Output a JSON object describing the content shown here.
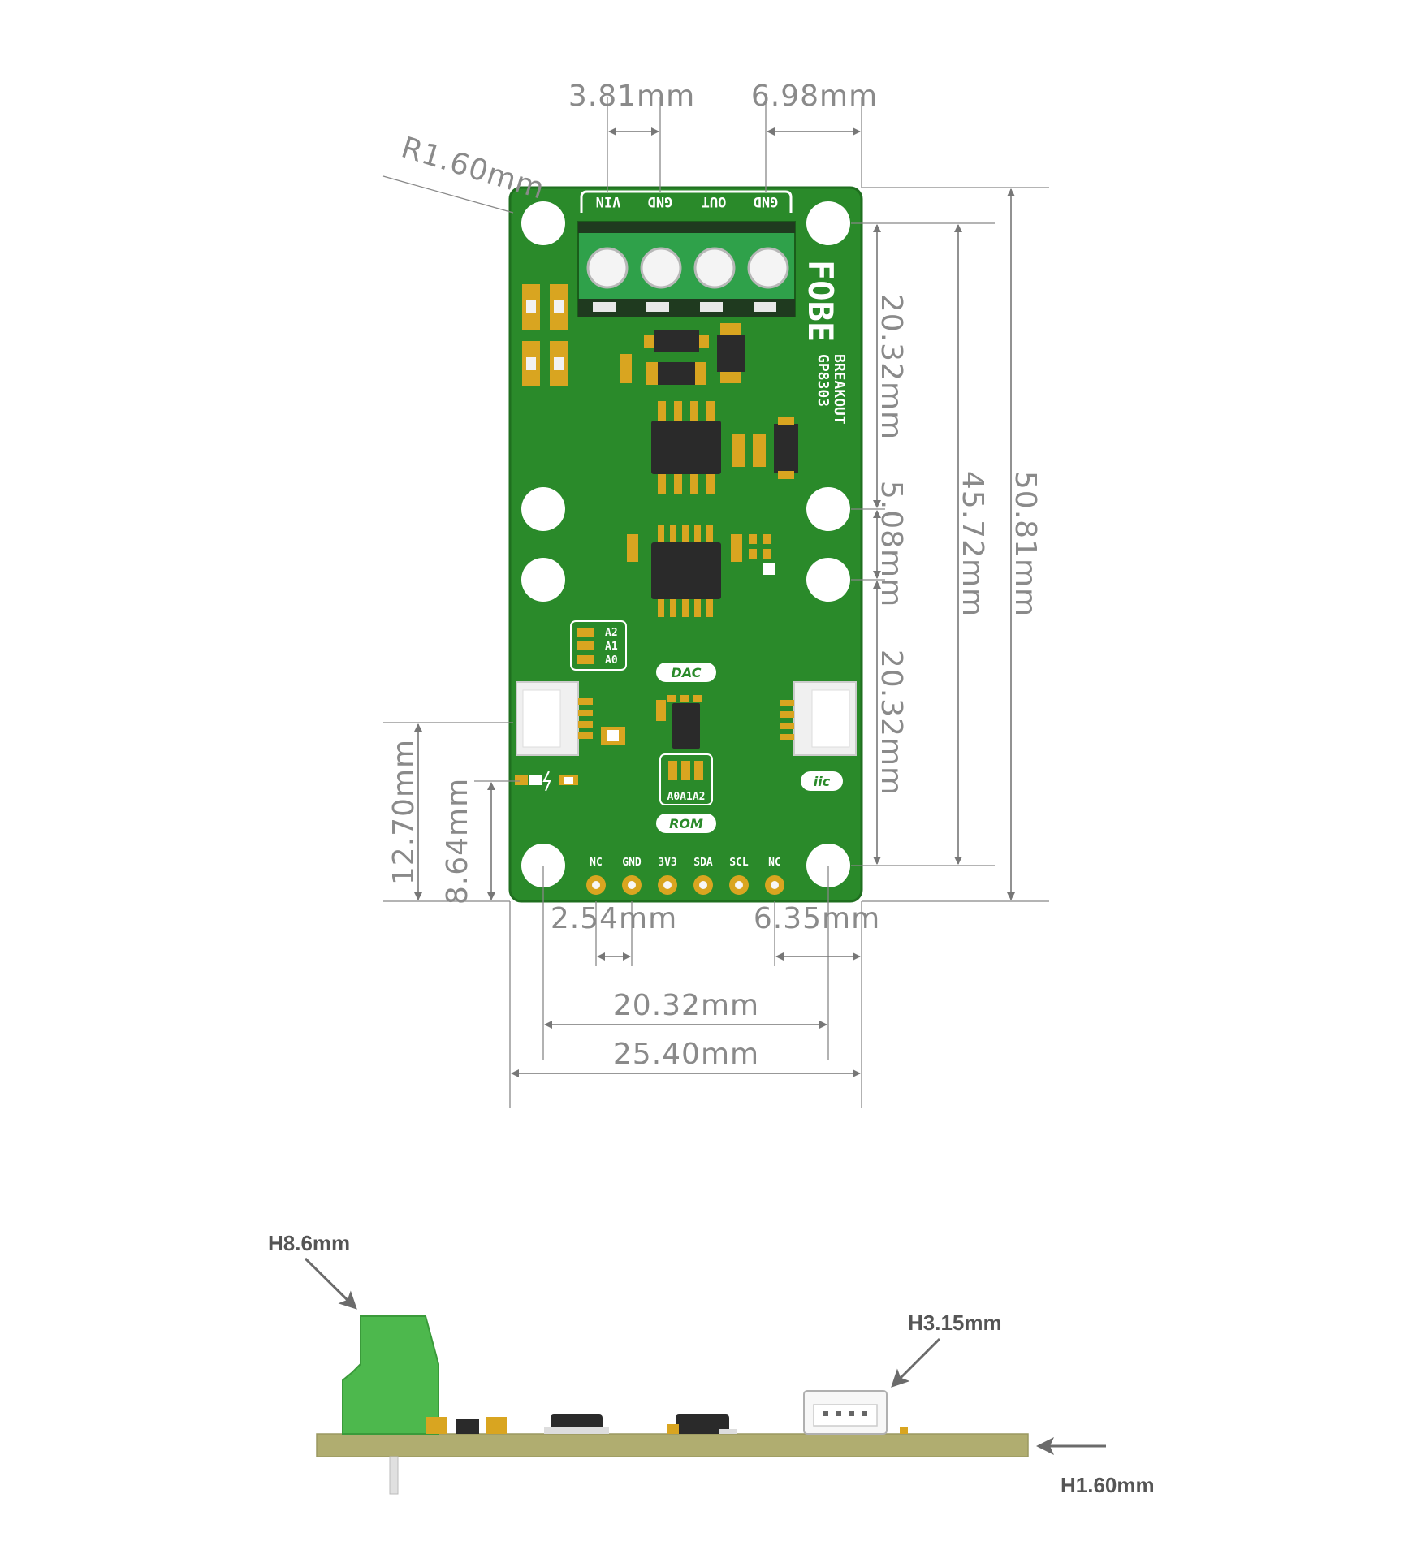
{
  "colors": {
    "pcb_green": "#2a8a2a",
    "pcb_edge": "#1f6f1f",
    "terminal_green": "#4db84d",
    "pad_gold": "#d9a520",
    "pcb_side": "#b0ad70",
    "dimension_gray": "#8a8a8a"
  },
  "dimensions": {
    "top_left": "3.81mm",
    "top_right": "6.98mm",
    "corner_radius": "R1.60mm",
    "right_upper": "20.32mm",
    "right_middle": "5.08mm",
    "right_lower": "20.32mm",
    "right_inner_total": "45.72mm",
    "right_total": "50.81mm",
    "left_outer": "12.70mm",
    "left_inner": "8.64mm",
    "bottom_pin_pitch": "2.54mm",
    "bottom_right_offset": "6.35mm",
    "bottom_hole_span": "20.32mm",
    "bottom_total_width": "25.40mm"
  },
  "board": {
    "brand": "FOBE",
    "subtitle_1": "BREAKOUT",
    "subtitle_2": "GP8303",
    "terminal_labels": [
      "VIN",
      "GND",
      "OUT",
      "GND"
    ],
    "bottom_pin_labels": [
      "NC",
      "GND",
      "3V3",
      "SDA",
      "SCL",
      "NC"
    ],
    "address_labels": [
      "A2",
      "A1",
      "A0"
    ],
    "rom_address_label": "A0A1A2",
    "dac_badge": "DAC",
    "rom_badge": "ROM",
    "iic_badge": "iic"
  },
  "side_view": {
    "terminal_height": "H8.6mm",
    "connector_height": "H3.15mm",
    "pcb_thickness": "H1.60mm"
  }
}
